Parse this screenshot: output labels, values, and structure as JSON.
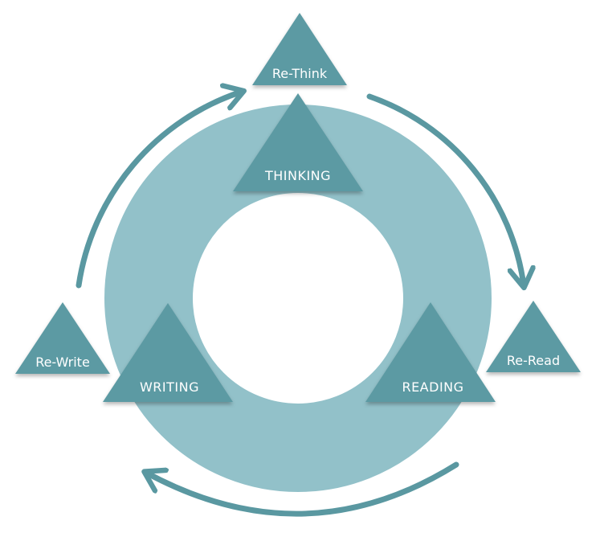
{
  "diagram": {
    "title": "",
    "colors": {
      "ring": "#92c1c9",
      "triangle": "#5c9aa3",
      "arrow": "#5a98a1",
      "label": "#ffffff",
      "background": "#ffffff"
    },
    "inner_stages": {
      "thinking": "THINKING",
      "reading": "READING",
      "writing": "WRITING"
    },
    "outer_stages": {
      "rethink": "Re-Think",
      "reread": "Re-Read",
      "rewrite": "Re-Write"
    },
    "arrows": {
      "rethink_to_reread": "clockwise",
      "reread_to_rewrite": "clockwise",
      "rewrite_to_rethink": "clockwise"
    }
  }
}
